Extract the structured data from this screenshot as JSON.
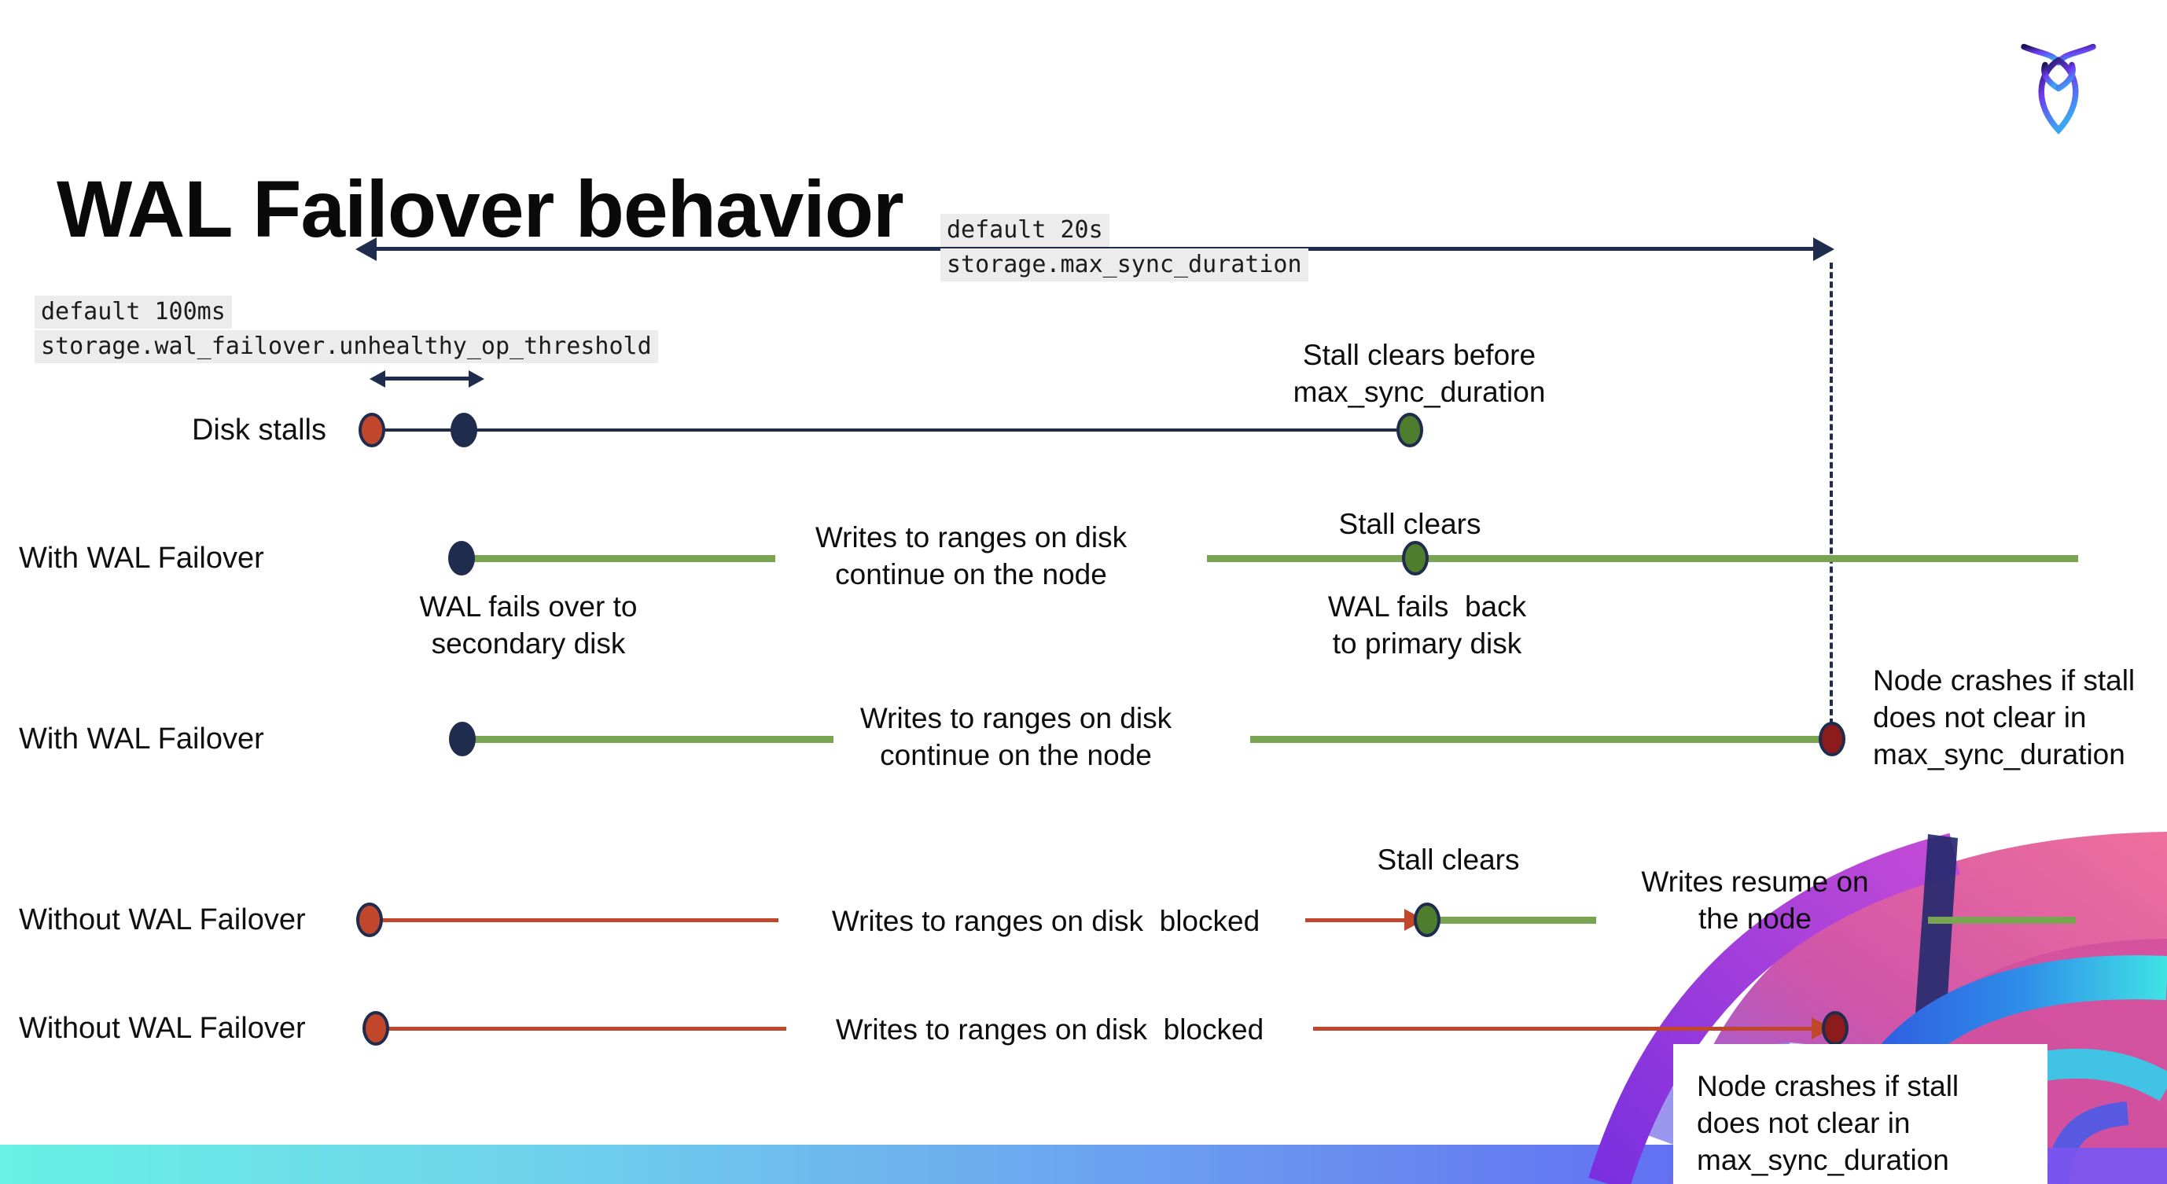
{
  "title": "WAL Failover behavior",
  "config_labels": {
    "max_sync_duration": {
      "default": "default 20s",
      "setting": "storage.max_sync_duration"
    },
    "unhealthy_op_threshold": {
      "default": "default 100ms",
      "setting": "storage.wal_failover.unhealthy_op_threshold"
    }
  },
  "rows": [
    {
      "label": "Disk stalls",
      "stall_note": "Stall clears before\nmax_sync_duration"
    },
    {
      "label": "With WAL Failover",
      "writes_note": "Writes to ranges on disk\ncontinue on the node",
      "stall_note": "Stall clears",
      "failover_note": "WAL fails over to\nsecondary disk",
      "failback_note": "WAL fails  back\nto primary disk"
    },
    {
      "label": "With WAL Failover",
      "writes_note": "Writes to ranges on disk\ncontinue on the node",
      "crash_note": "Node crashes if stall\ndoes not clear in\nmax_sync_duration"
    },
    {
      "label": "Without WAL Failover",
      "writes_note": "Writes to ranges on disk  blocked",
      "stall_note": "Stall clears",
      "resume_note": "Writes resume on\nthe node"
    },
    {
      "label": "Without WAL Failover",
      "writes_note": "Writes to ranges on disk  blocked",
      "crash_note": "Node crashes if stall\ndoes not clear in\nmax_sync_duration"
    }
  ],
  "colors": {
    "navy": "#1f2c4d",
    "green_line": "#79a552",
    "green_dot": "#4e7d2e",
    "red": "#c0462c",
    "dark_red": "#8c1b1b",
    "code_background": "#ececec",
    "bar_gradient_left": "#68f1e4",
    "bar_gradient_right": "#7b55f0"
  }
}
